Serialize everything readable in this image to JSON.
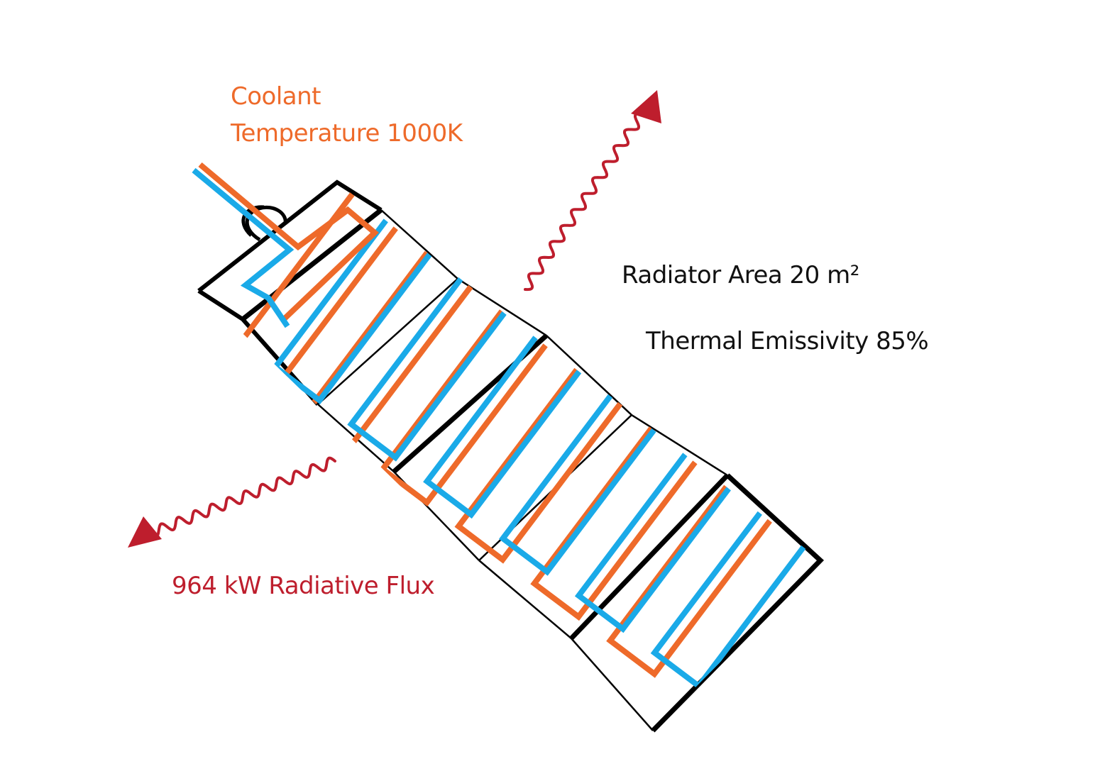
{
  "labels": {
    "coolant_line1": "Coolant",
    "coolant_line2": "Temperature 1000K",
    "radiator_area": "Radiator Area 20 m²",
    "thermal_emissivity": "Thermal Emissivity 85%",
    "radiative_flux": "964 kW Radiative Flux"
  },
  "colors": {
    "hot_coolant": "#EE6A2A",
    "cold_coolant": "#1AAAE8",
    "radiation": "#BE1E2D",
    "panel_outline": "#000000",
    "text": "#111111"
  },
  "icons": {
    "radiation_arrow": "wavy-arrow-icon",
    "mount": "hinge-icon"
  }
}
